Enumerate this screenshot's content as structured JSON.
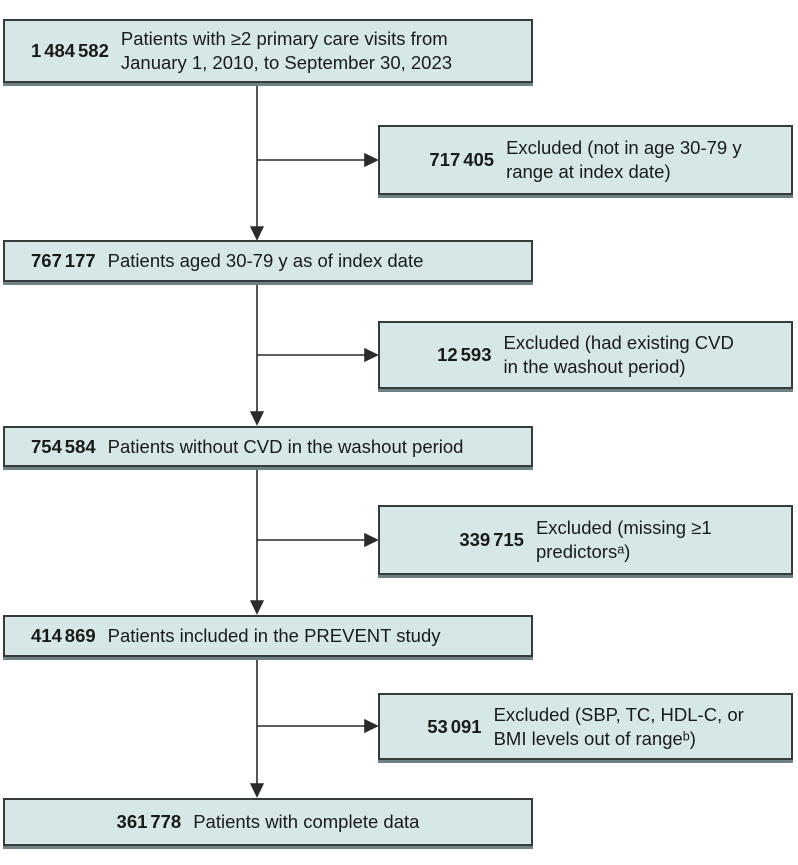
{
  "figure": {
    "type": "patient-flow-diagram",
    "colors": {
      "box_fill": "#d6e7e8",
      "box_border": "#363b3c",
      "box_bottom_shadow": "#6e8285",
      "arrow": "#2b2b2b",
      "text": "#1a1a1a"
    }
  },
  "flow": {
    "step1": {
      "number": "1 484 582",
      "text": "Patients with ≥2 primary care visits from\nJanuary 1, 2010, to September 30, 2023"
    },
    "excluded1": {
      "number": "717 405",
      "text": "Excluded (not in age 30-79 y\nrange at index date)"
    },
    "step2": {
      "number": "767 177",
      "text": "Patients aged 30-79 y as of index date"
    },
    "excluded2": {
      "number": "12 593",
      "text": "Excluded (had existing CVD\nin the washout period)"
    },
    "step3": {
      "number": "754 584",
      "text": "Patients without CVD in the washout period"
    },
    "excluded3": {
      "number": "339 715",
      "text": "Excluded (missing ≥1\npredictorsᵃ)"
    },
    "step4": {
      "number": "414 869",
      "text": "Patients included in the PREVENT study"
    },
    "excluded4": {
      "number": "53 091",
      "text": "Excluded (SBP, TC, HDL-C, or\nBMI levels out of rangeᵇ)"
    },
    "step5": {
      "number": "361 778",
      "text": "Patients with complete data"
    }
  }
}
